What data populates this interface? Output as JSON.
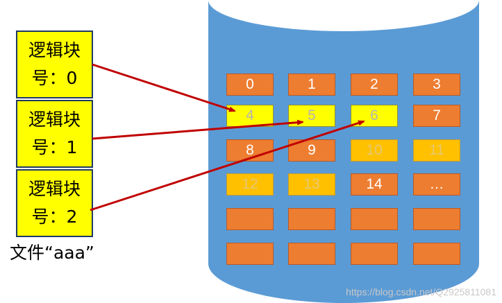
{
  "logical_blocks": [
    {
      "label": "逻辑块\n号：0",
      "target": 4
    },
    {
      "label": "逻辑块\n号：1",
      "target": 5
    },
    {
      "label": "逻辑块\n号：2",
      "target": 6
    }
  ],
  "file_label": "文件“aaa”",
  "disk": {
    "colors": {
      "cylinder": "#5b9bd5",
      "cylinder_top": "#ffffff",
      "block": "#ed7d31",
      "used": "#ffff00",
      "free": "#ffc000",
      "arrow": "#c00000"
    },
    "blocks": [
      {
        "label": "0",
        "state": "normal"
      },
      {
        "label": "1",
        "state": "normal"
      },
      {
        "label": "2",
        "state": "normal"
      },
      {
        "label": "3",
        "state": "normal"
      },
      {
        "label": "4",
        "state": "used"
      },
      {
        "label": "5",
        "state": "used"
      },
      {
        "label": "6",
        "state": "used"
      },
      {
        "label": "7",
        "state": "normal"
      },
      {
        "label": "8",
        "state": "normal"
      },
      {
        "label": "9",
        "state": "normal"
      },
      {
        "label": "10",
        "state": "free"
      },
      {
        "label": "11",
        "state": "free"
      },
      {
        "label": "12",
        "state": "free"
      },
      {
        "label": "13",
        "state": "free"
      },
      {
        "label": "14",
        "state": "normal"
      },
      {
        "label": "…",
        "state": "normal"
      },
      {
        "label": "",
        "state": "normal"
      },
      {
        "label": "",
        "state": "normal"
      },
      {
        "label": "",
        "state": "normal"
      },
      {
        "label": "",
        "state": "normal"
      },
      {
        "label": "",
        "state": "normal"
      },
      {
        "label": "",
        "state": "normal"
      },
      {
        "label": "",
        "state": "normal"
      },
      {
        "label": "",
        "state": "normal"
      }
    ]
  },
  "watermark": "https://blog.csdn.net/Q2925811081"
}
